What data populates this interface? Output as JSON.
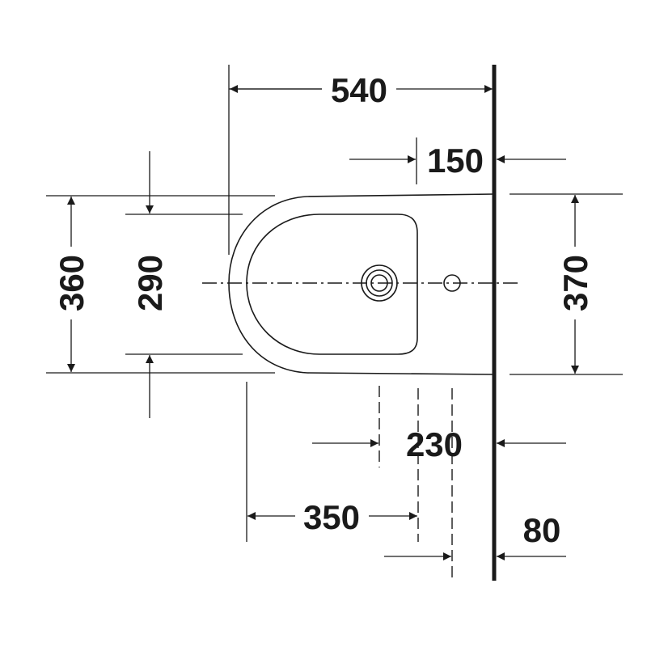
{
  "dimensions": {
    "width_540": "540",
    "wall_offset_150": "150",
    "outer_width_360": "360",
    "inner_width_290": "290",
    "wall_width_370": "370",
    "drain_230": "230",
    "fixing_350": "350",
    "tap_80": "80"
  },
  "colors": {
    "line": "#1a1a1a",
    "background": "#ffffff"
  }
}
